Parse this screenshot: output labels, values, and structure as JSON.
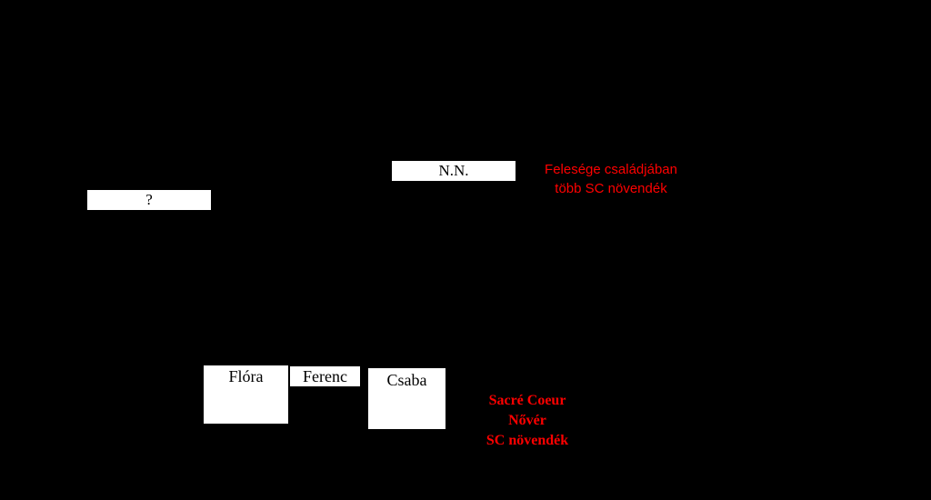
{
  "boxes": {
    "nn": "N.N.",
    "unknown": "?",
    "flora": "Flóra",
    "ferenc": "Ferenc",
    "csaba": "Csaba"
  },
  "notes": {
    "wife_family": {
      "line1": "Felesége családjában",
      "line2": "több SC növendék"
    },
    "sacre_coeur": {
      "line1": "Sacré Coeur",
      "line2": "Nővér",
      "line3": "SC növendék"
    }
  },
  "colors": {
    "background": "#000000",
    "box_fill": "#ffffff",
    "note_text": "#ff0000"
  }
}
